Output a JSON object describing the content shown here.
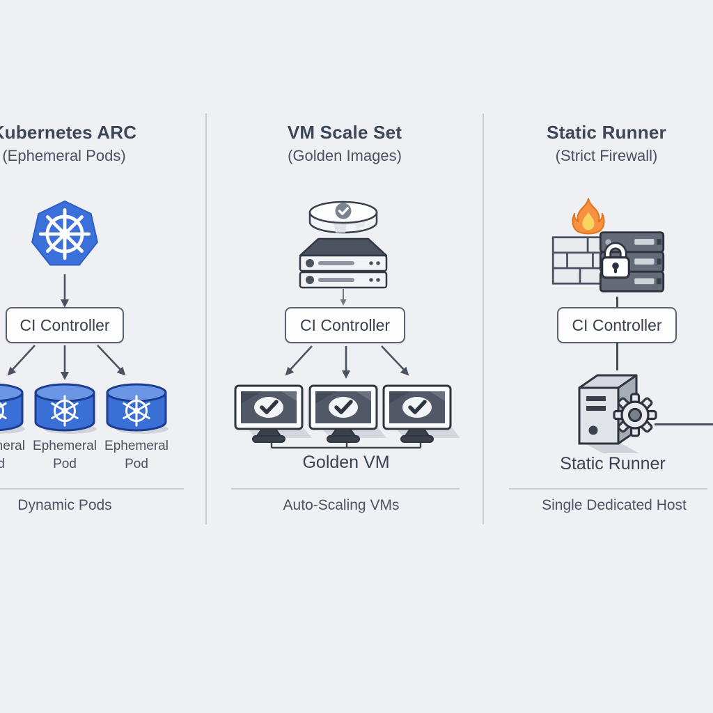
{
  "diagram": {
    "columns": [
      {
        "title": "Kubernetes ARC",
        "subtitle": "(Ephemeral Pods)",
        "controller": "CI Controller",
        "pods": [
          "Ephemeral Pod",
          "Ephemeral Pod",
          "Ephemeral Pod"
        ],
        "footer": "Dynamic Pods",
        "icon": "kubernetes-helm"
      },
      {
        "title": "VM Scale Set",
        "subtitle": "(Golden Images)",
        "controller": "CI Controller",
        "group_label": "Golden VM",
        "footer": "Auto-Scaling VMs",
        "icon": "golden-image-disk-and-server-rack"
      },
      {
        "title": "Static Runner",
        "subtitle": "(Strict Firewall)",
        "controller": "CI Controller",
        "host_label": "Static Runner",
        "footer": "Single Dedicated Host",
        "icon": "firewall-flame-locked-server"
      }
    ],
    "colors": {
      "background": "#eff0f3",
      "kubernetes_blue": "#3b6fd9",
      "pod_blue_top": "#6b96e6",
      "flame_orange": "#f59140",
      "flame_yellow": "#fbd55f",
      "ink": "#3d4658",
      "line_gray": "#4a5160",
      "divider_gray": "#c9cdd3"
    }
  }
}
